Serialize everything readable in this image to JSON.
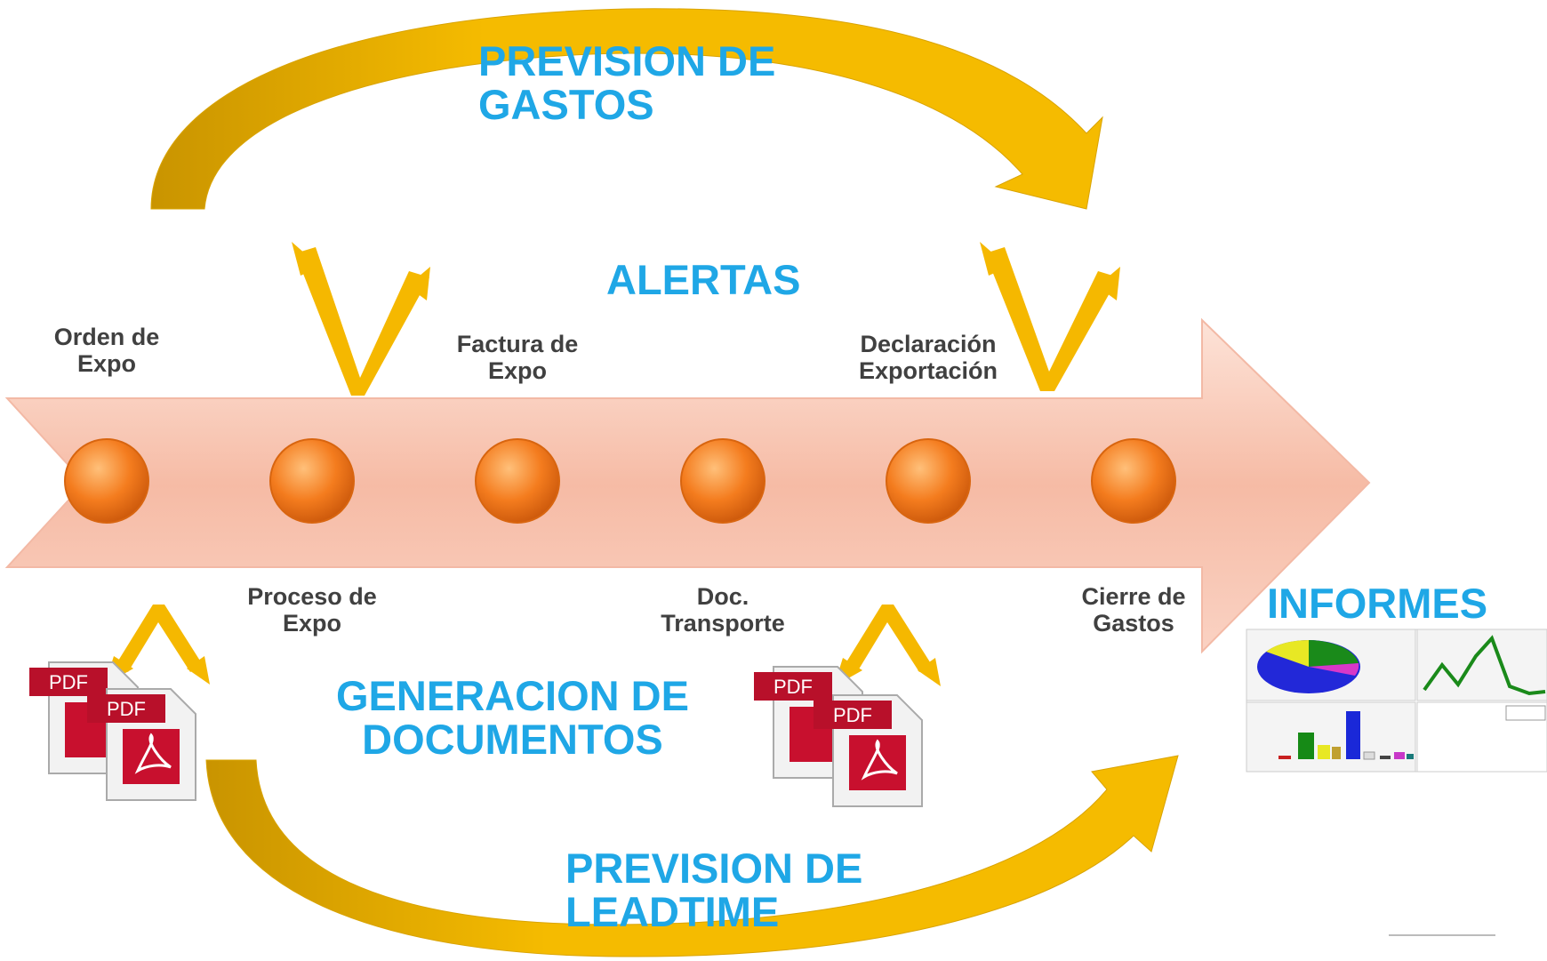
{
  "title_top": "PREVISION DE\nGASTOS",
  "title_alerts": "ALERTAS",
  "title_docs": "GENERACION DE\nDOCUMENTOS",
  "title_bottom": "PREVISION DE\nLEADTIME",
  "title_reports": "INFORMES",
  "stages": [
    {
      "label": "Orden de\nExpo"
    },
    {
      "label": "Proceso de\nExpo"
    },
    {
      "label": "Factura de\nExpo"
    },
    {
      "label": "Doc.\nTransporte"
    },
    {
      "label": "Declaración\nExportación"
    },
    {
      "label": "Cierre de\nGastos"
    }
  ],
  "pdf_badge": "PDF",
  "colors": {
    "headline": "#1fa7e6",
    "arrow_gold": "#f2b700",
    "timeline_band": "#f7c7b4",
    "milestone": "#f07b1a",
    "pdf_red": "#c8102e"
  }
}
